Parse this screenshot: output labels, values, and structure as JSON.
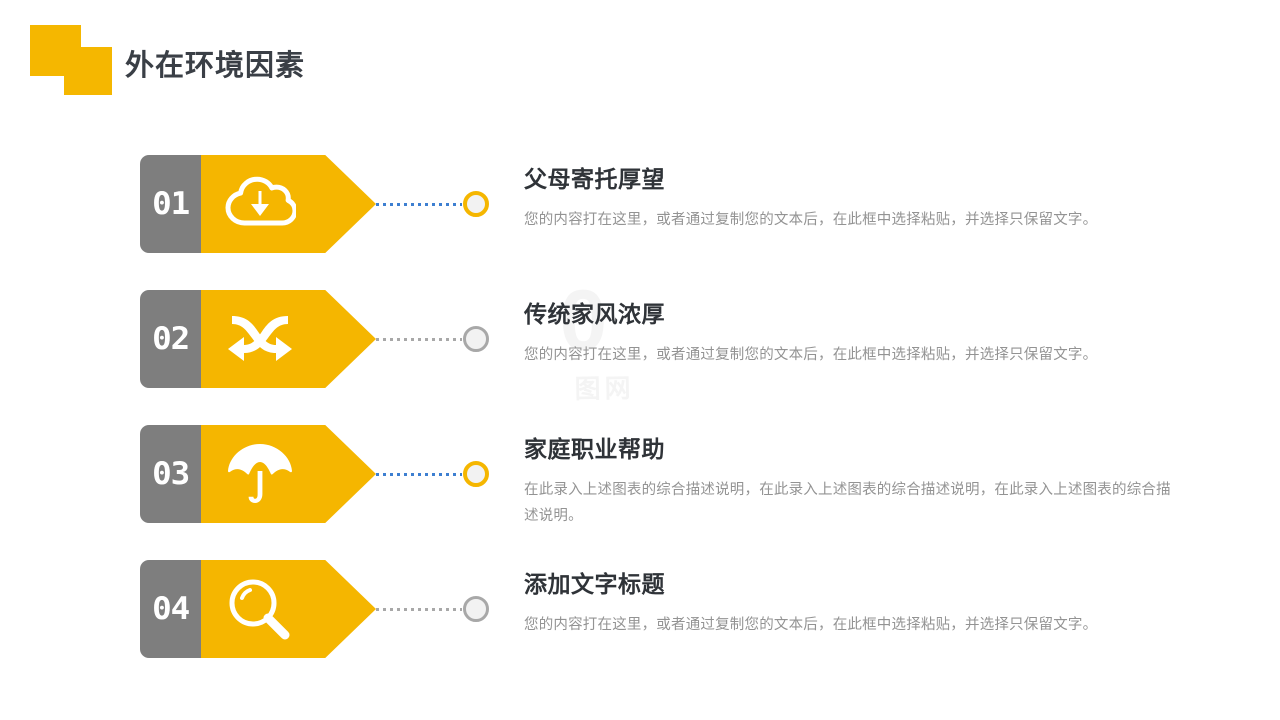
{
  "slide": {
    "title": "外在环境因素",
    "accent_yellow": "#F5B600",
    "tab_gray": "#7E7E7E",
    "title_color": "#2f3338",
    "desc_color": "#939393",
    "dot_blue": "#3D7FD1",
    "dot_gray": "#A8A8A8",
    "watermark": "0",
    "watermark_sub": "图网"
  },
  "items": [
    {
      "number": "01",
      "icon": "cloud-download-icon",
      "connector_color": "#3D7FD1",
      "node_style": "yellow",
      "title": "父母寄托厚望",
      "desc": "您的内容打在这里，或者通过复制您的文本后，在此框中选择粘贴，并选择只保留文字。"
    },
    {
      "number": "02",
      "icon": "shuffle-arrows-icon",
      "connector_color": "#A8A8A8",
      "node_style": "gray",
      "title": "传统家风浓厚",
      "desc": "您的内容打在这里，或者通过复制您的文本后，在此框中选择粘贴，并选择只保留文字。"
    },
    {
      "number": "03",
      "icon": "umbrella-icon",
      "connector_color": "#3D7FD1",
      "node_style": "yellow",
      "title": "家庭职业帮助",
      "desc": "在此录入上述图表的综合描述说明，在此录入上述图表的综合描述说明，在此录入上述图表的综合描述说明。"
    },
    {
      "number": "04",
      "icon": "magnifier-search-icon",
      "connector_color": "#A8A8A8",
      "node_style": "gray",
      "title": "添加文字标题",
      "desc": "您的内容打在这里，或者通过复制您的文本后，在此框中选择粘贴，并选择只保留文字。"
    }
  ]
}
